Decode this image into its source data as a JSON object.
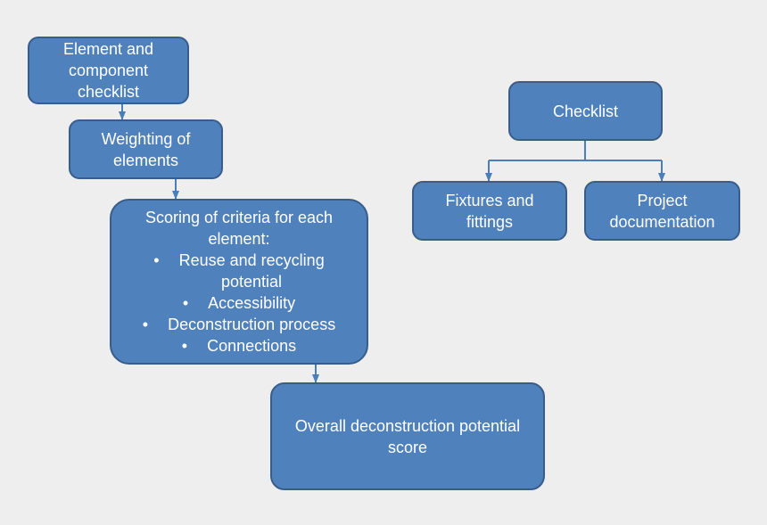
{
  "diagram": {
    "flow": {
      "element_checklist": {
        "lines": [
          "Element and",
          "component",
          "checklist"
        ]
      },
      "weighting": {
        "lines": [
          "Weighting of",
          "elements"
        ]
      },
      "scoring": {
        "heading_lines": [
          "Scoring of criteria for each",
          "element:"
        ],
        "bullets": [
          {
            "lines": [
              "Reuse and recycling",
              "potential"
            ]
          },
          {
            "lines": [
              "Accessibility"
            ]
          },
          {
            "lines": [
              "Deconstruction process"
            ]
          },
          {
            "lines": [
              "Connections"
            ]
          }
        ]
      },
      "overall_score": {
        "lines": [
          "Overall deconstruction potential",
          "score"
        ]
      }
    },
    "checklist_tree": {
      "root": {
        "label": "Checklist"
      },
      "children": [
        {
          "lines": [
            "Fixtures and",
            "fittings"
          ]
        },
        {
          "lines": [
            "Project",
            "documentation"
          ]
        }
      ]
    }
  },
  "colors": {
    "box_fill": "#4f81bd",
    "box_border": "#385d8a",
    "connector": "#4a7ebb",
    "text": "#ffffff",
    "background": "#eeeeee"
  }
}
